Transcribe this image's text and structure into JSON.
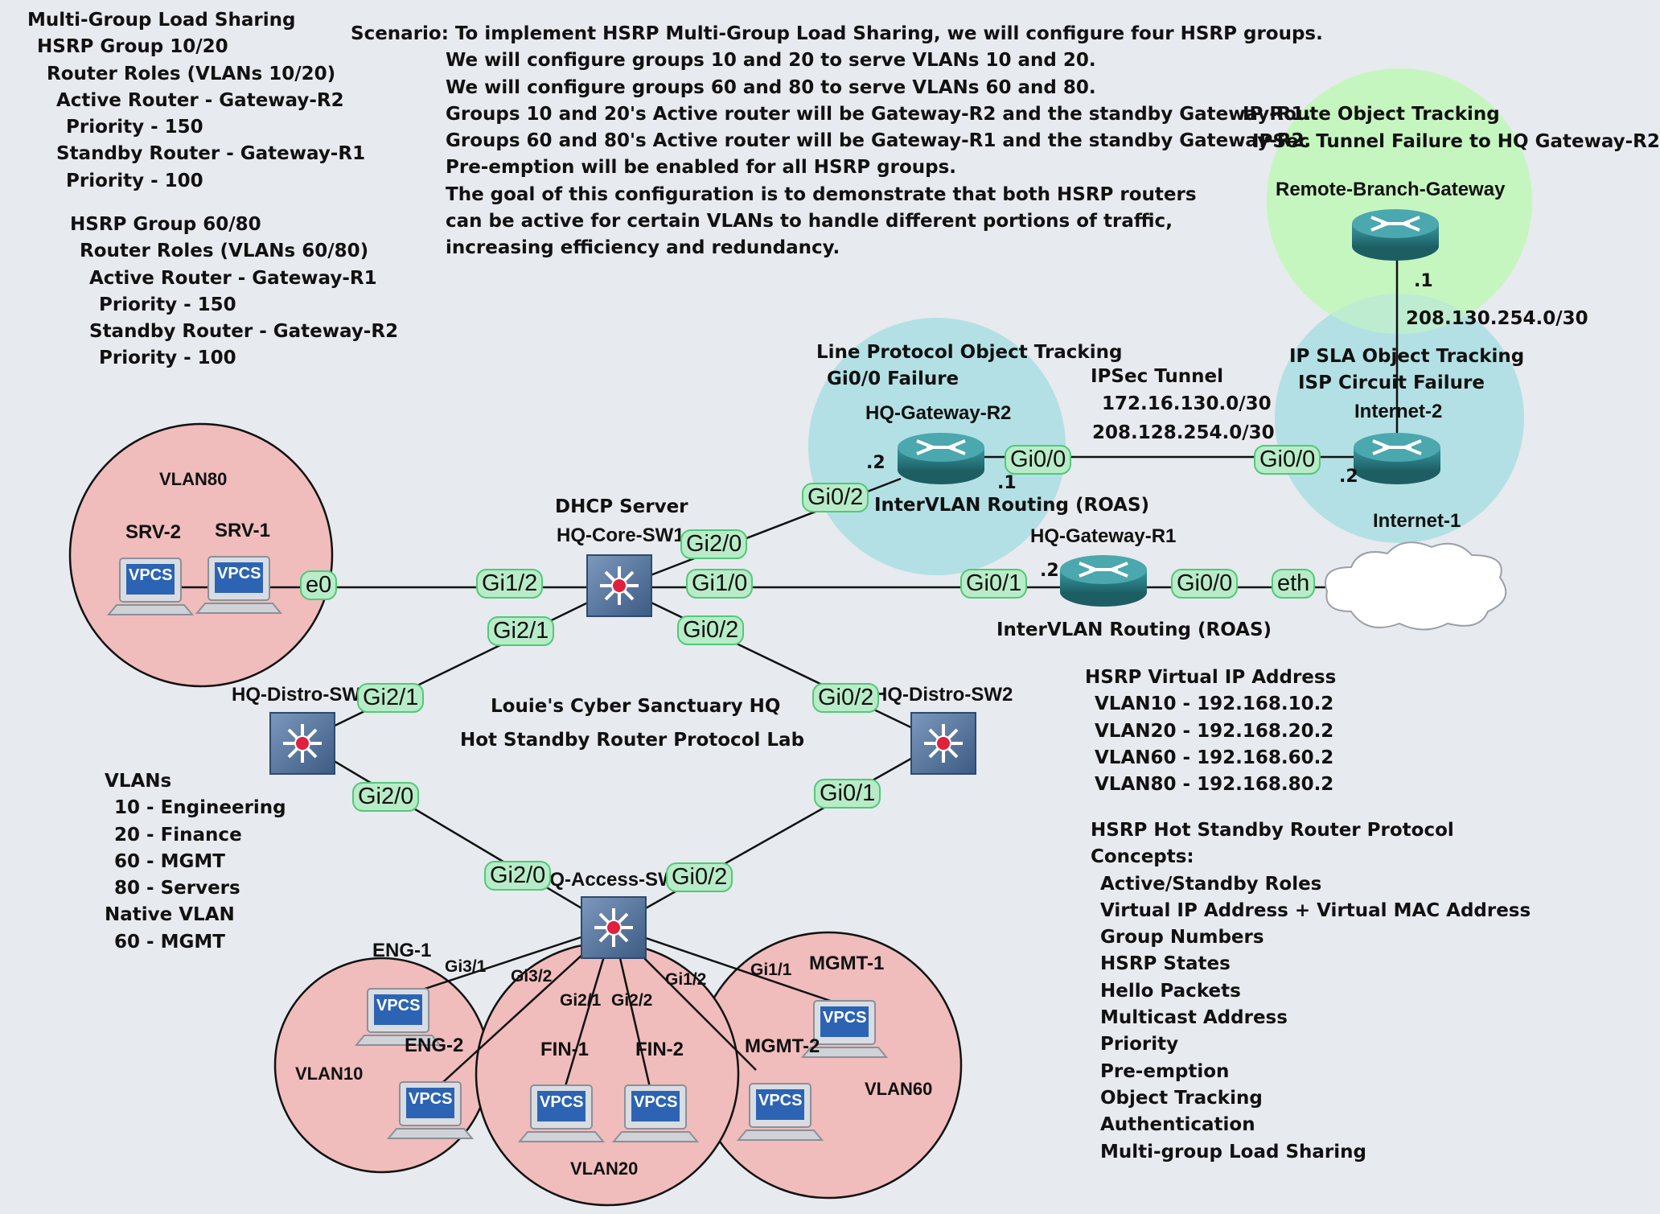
{
  "left_notes": [
    {
      "text": "Multi-Group Load Sharing",
      "indent": 0
    },
    {
      "text": "HSRP Group 10/20",
      "indent": 1
    },
    {
      "text": "Router Roles (VLANs 10/20)",
      "indent": 2
    },
    {
      "text": "Active Router - Gateway-R2",
      "indent": 3
    },
    {
      "text": "Priority - 150",
      "indent": 4
    },
    {
      "text": "Standby Router - Gateway-R1",
      "indent": 3
    },
    {
      "text": "Priority - 100",
      "indent": 4
    }
  ],
  "left_notes2": [
    {
      "text": "HSRP Group 60/80",
      "indent": 0
    },
    {
      "text": "Router Roles (VLANs 60/80)",
      "indent": 1
    },
    {
      "text": "Active Router - Gateway-R1",
      "indent": 2
    },
    {
      "text": "Priority - 150",
      "indent": 3
    },
    {
      "text": "Standby Router - Gateway-R2",
      "indent": 2
    },
    {
      "text": "Priority - 100",
      "indent": 3
    }
  ],
  "scenario": [
    "Scenario: To implement HSRP Multi-Group Load Sharing, we will configure four HSRP groups.",
    "We will configure groups 10 and 20 to serve VLANs 10 and 20.",
    "We will configure groups 60 and 80 to serve VLANs 60 and 80.",
    "Groups 10 and 20's Active router will be Gateway-R2 and the standby Gateway-R1.",
    "Groups 60 and 80's Active router will be Gateway-R1 and the standby Gateway-R2.",
    "Pre-emption will be enabled for all HSRP groups.",
    "The goal of this configuration is to demonstrate that both HSRP routers",
    "can be active for certain VLANs to handle different portions of traffic,",
    "increasing efficiency and redundancy."
  ],
  "tracking": {
    "ip_route_title": "IP Route Object Tracking",
    "ip_route_detail": "IPSec Tunnel Failure to HQ Gateway-R2",
    "line_protocol_title": "Line Protocol Object Tracking",
    "line_protocol_detail": "Gi0/0 Failure",
    "ip_sla_title": "IP SLA Object Tracking",
    "ip_sla_detail": "ISP Circuit Failure"
  },
  "ipsec": {
    "title": "IPSec Tunnel",
    "net1": "172.16.130.0/30",
    "net2": "208.128.254.0/30"
  },
  "wan_net": "208.130.254.0/30",
  "devices": {
    "remote_branch": "Remote-Branch-Gateway",
    "hq_r2": "HQ-Gateway-R2",
    "hq_r1": "HQ-Gateway-R1",
    "internet2": "Internet-2",
    "internet1": "Internet-1",
    "core": "HQ-Core-SW1",
    "dhcp": "DHCP Server",
    "distro1": "HQ-Distro-SW1",
    "distro2": "HQ-Distro-SW2",
    "access": "HQ-Access-SW1",
    "srv2": "SRV-2",
    "srv1": "SRV-1",
    "eng1": "ENG-1",
    "eng2": "ENG-2",
    "fin1": "FIN-1",
    "fin2": "FIN-2",
    "mgmt1": "MGMT-1",
    "mgmt2": "MGMT-2",
    "vpcs": "VPCS"
  },
  "roas_r2": "InterVLAN Routing (ROAS)",
  "roas_r1": "InterVLAN Routing (ROAS)",
  "vlan_labels": {
    "v80": "VLAN80",
    "v10": "VLAN10",
    "v20": "VLAN20",
    "v60": "VLAN60"
  },
  "ports": {
    "srv_e0": "e0",
    "core_gi12": "Gi1/2",
    "core_gi20": "Gi2/0",
    "core_gi10": "Gi1/0",
    "core_gi21": "Gi2/1",
    "core_gi02": "Gi0/2",
    "r2_gi02": "Gi0/2",
    "r2_gi00": "Gi0/0",
    "inet2_gi00": "Gi0/0",
    "r1_gi01": "Gi0/1",
    "r1_gi00": "Gi0/0",
    "r1_eth": "eth",
    "d1_gi21": "Gi2/1",
    "d1_gi20": "Gi2/0",
    "d2_gi02": "Gi0/2",
    "d2_gi01": "Gi0/1",
    "acc_gi20": "Gi2/0",
    "acc_gi02": "Gi0/2"
  },
  "access_ports": {
    "gi31": "Gi3/1",
    "gi32": "Gi3/2",
    "gi21": "Gi2/1",
    "gi22": "Gi2/2",
    "gi12": "Gi1/2",
    "gi11": "Gi1/1"
  },
  "ip_suffix": {
    "r2_left": ".2",
    "r2_right": ".1",
    "inet2": ".2",
    "branch": ".1",
    "r1": ".2"
  },
  "lab_title": "Louie's Cyber Sanctuary HQ",
  "lab_subtitle": "Hot Standby Router Protocol Lab",
  "vlans_list": [
    {
      "text": "VLANs",
      "indent": 0
    },
    {
      "text": "10 - Engineering",
      "indent": 1
    },
    {
      "text": "20 - Finance",
      "indent": 1
    },
    {
      "text": "60 - MGMT",
      "indent": 1
    },
    {
      "text": "80 - Servers",
      "indent": 1
    },
    {
      "text": "Native VLAN",
      "indent": 0
    },
    {
      "text": "60 - MGMT",
      "indent": 1
    }
  ],
  "vip_list": [
    {
      "text": "HSRP Virtual IP Address",
      "indent": 0
    },
    {
      "text": "VLAN10 - 192.168.10.2",
      "indent": 1
    },
    {
      "text": "VLAN20 - 192.168.20.2",
      "indent": 1
    },
    {
      "text": "VLAN60 - 192.168.60.2",
      "indent": 1
    },
    {
      "text": "VLAN80 - 192.168.80.2",
      "indent": 1
    }
  ],
  "concepts": [
    {
      "text": "HSRP Hot Standby Router Protocol",
      "indent": 0
    },
    {
      "text": "Concepts:",
      "indent": 0
    },
    {
      "text": "Active/Standby Roles",
      "indent": 1
    },
    {
      "text": "Virtual IP Address + Virtual MAC Address",
      "indent": 1
    },
    {
      "text": "Group Numbers",
      "indent": 1
    },
    {
      "text": "HSRP States",
      "indent": 1
    },
    {
      "text": "Hello Packets",
      "indent": 1
    },
    {
      "text": "Multicast Address",
      "indent": 1
    },
    {
      "text": "Priority",
      "indent": 1
    },
    {
      "text": "Pre-emption",
      "indent": 1
    },
    {
      "text": "Object Tracking",
      "indent": 1
    },
    {
      "text": "Authentication",
      "indent": 1
    },
    {
      "text": "Multi-group Load Sharing",
      "indent": 1
    }
  ],
  "colors": {
    "vlan_zone": "#f0bcbc",
    "router_zone": "#b3e0e4",
    "branch_zone": "#c6f5c0",
    "port_bg": "#b8ecc8",
    "router": "#2a7f86",
    "switch": "#4f6f95"
  }
}
